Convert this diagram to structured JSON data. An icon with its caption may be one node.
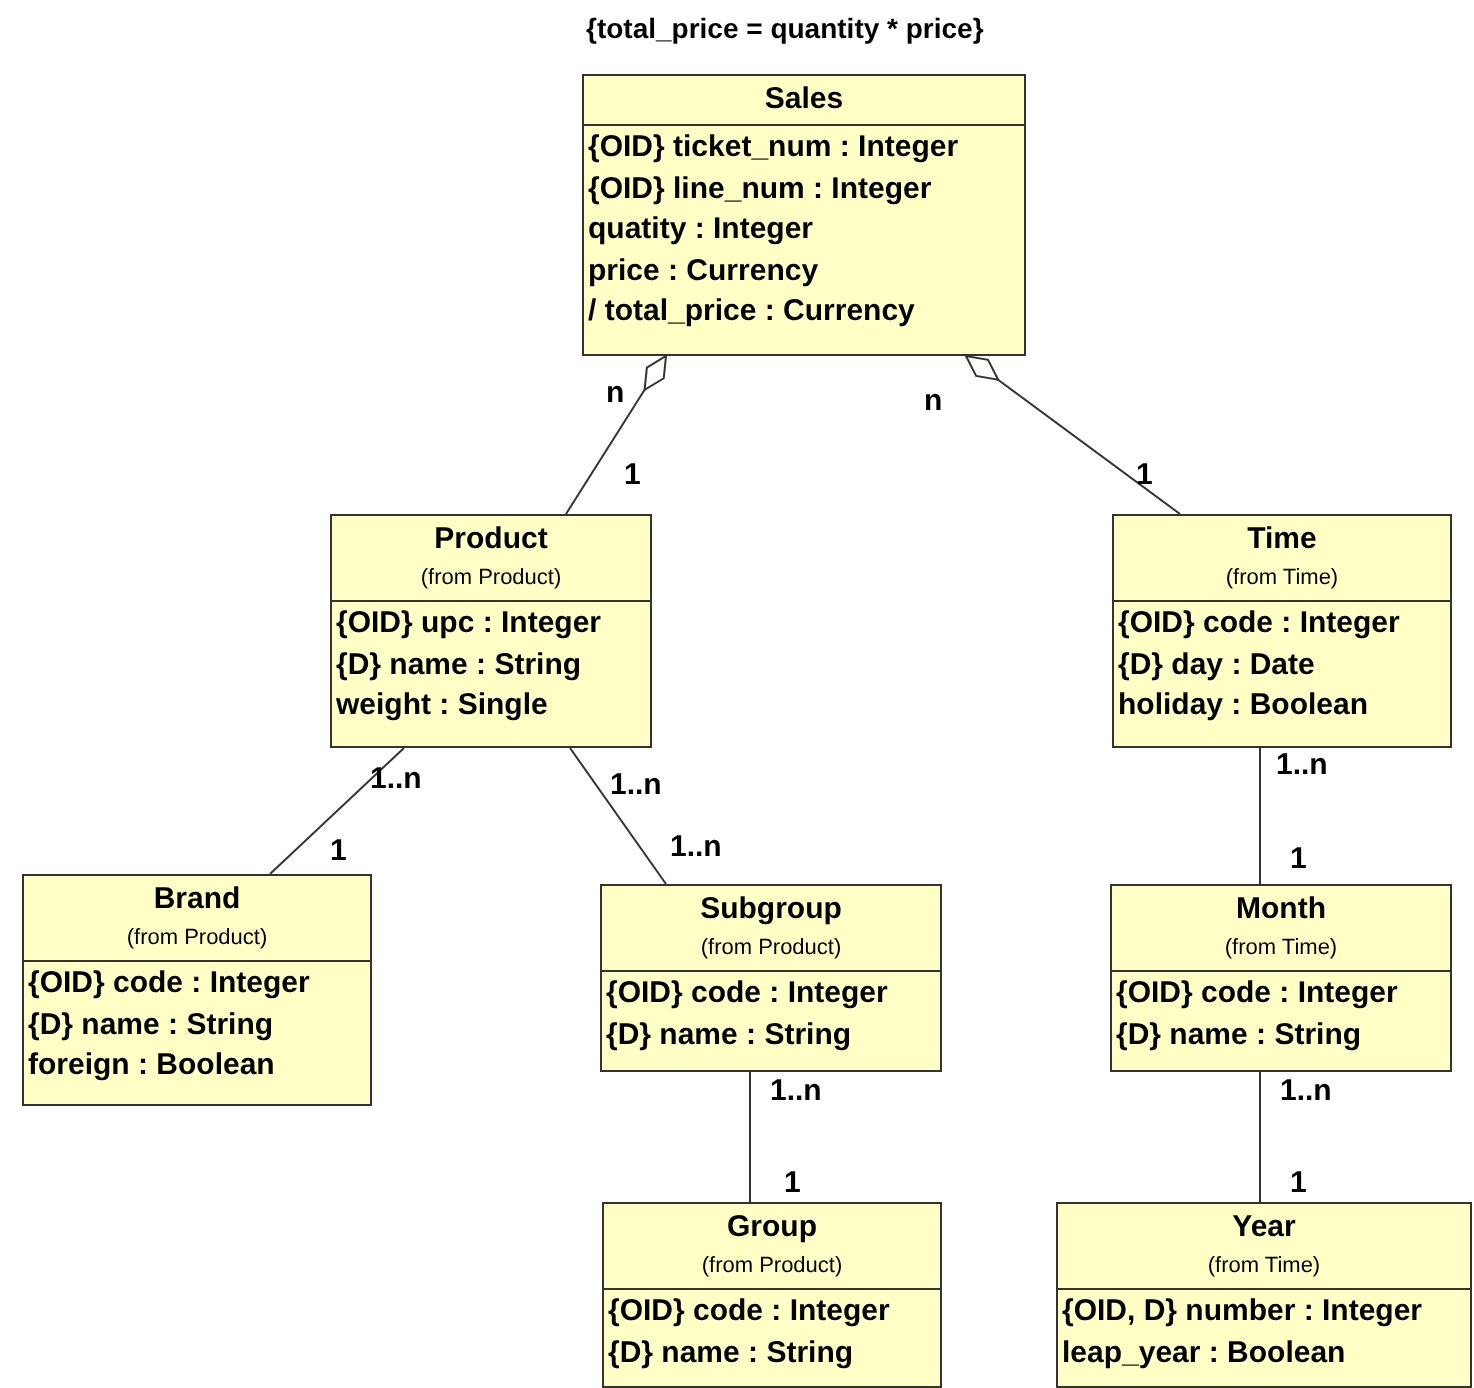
{
  "diagram": {
    "nodes": [
      {
        "text": [
          "Sales",
          "{OID} ticket_num : Integer",
          "{OID} line_num : Integer",
          "quatity : Integer",
          "price : Currency",
          "/ total_price : Currency"
        ],
        "beside": [
          "{total_price = quantity * price}"
        ]
      },
      {
        "text": [
          "Product",
          "(from Product)",
          "{OID} upc : Integer",
          "{D} name : String",
          "weight : Single"
        ]
      },
      {
        "text": [
          "Time",
          "(from Time)",
          "{OID} code : Integer",
          "{D} day : Date",
          "holiday : Boolean"
        ]
      },
      {
        "text": [
          "Brand",
          "(from Product)",
          "{OID} code : Integer",
          "{D} name : String",
          "foreign : Boolean"
        ]
      },
      {
        "text": [
          "Subgroup",
          "(from Product)",
          "{OID} code : Integer",
          "{D} name : String"
        ]
      },
      {
        "text": [
          "Month",
          "(from Time)",
          "{OID} code : Integer",
          "{D} name : String"
        ]
      },
      {
        "text": [
          "Group",
          "(from Product)",
          "{OID} code : Integer",
          "{D} name : String"
        ]
      },
      {
        "text": [
          "Year",
          "(from Time)",
          "{OID, D} number : Integer",
          "leap_year : Boolean"
        ]
      }
    ],
    "edges": [
      {
        "from": 0,
        "to": 1,
        "arrow": "other"
      },
      {
        "from": 0,
        "to": 2,
        "arrow": "other"
      },
      {
        "from": 1,
        "to": 3,
        "arrow": "none"
      },
      {
        "from": 1,
        "to": 4,
        "arrow": "none"
      },
      {
        "from": 2,
        "to": 5,
        "arrow": "none"
      },
      {
        "from": 4,
        "to": 6,
        "arrow": "none"
      },
      {
        "from": 5,
        "to": 7,
        "arrow": "none"
      }
    ],
    "labels": [
      "n",
      "n",
      "1",
      "1",
      "1..n",
      "1..n",
      "1..n",
      "1",
      "1..n",
      "1",
      "1..n",
      "1..n",
      "1",
      "1"
    ]
  }
}
